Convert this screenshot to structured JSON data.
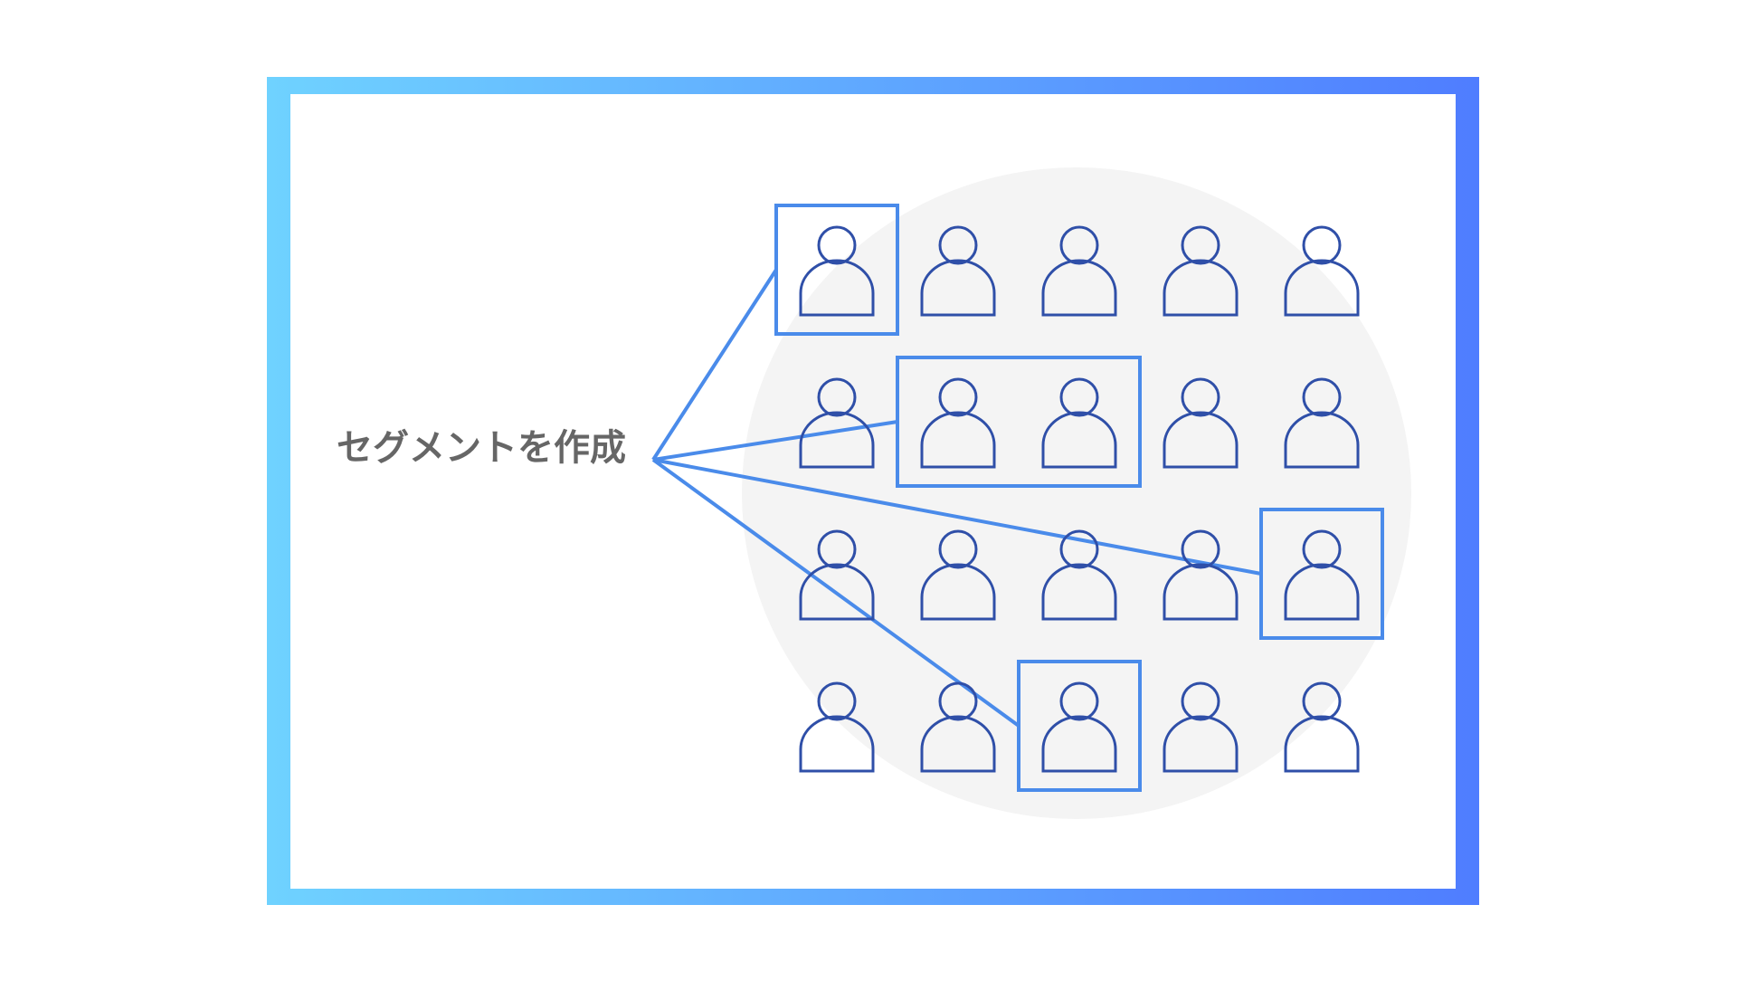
{
  "diagram": {
    "label": "セグメントを作成",
    "colors": {
      "frame_gradient_start": "#6FD2FF",
      "frame_gradient_end": "#4F7DFF",
      "background_circle": "#F4F4F4",
      "person_stroke": "#2F4FA8",
      "highlight": "#4A8BEA",
      "label": "#666666"
    },
    "grid": {
      "rows": 4,
      "columns": 5
    },
    "segments": [
      {
        "name": "segment-1",
        "cells": [
          [
            1,
            1
          ]
        ]
      },
      {
        "name": "segment-2",
        "cells": [
          [
            2,
            2
          ],
          [
            2,
            3
          ]
        ]
      },
      {
        "name": "segment-3",
        "cells": [
          [
            3,
            5
          ]
        ]
      },
      {
        "name": "segment-4",
        "cells": [
          [
            4,
            3
          ]
        ]
      }
    ],
    "icons": {
      "person": "person-icon"
    }
  }
}
